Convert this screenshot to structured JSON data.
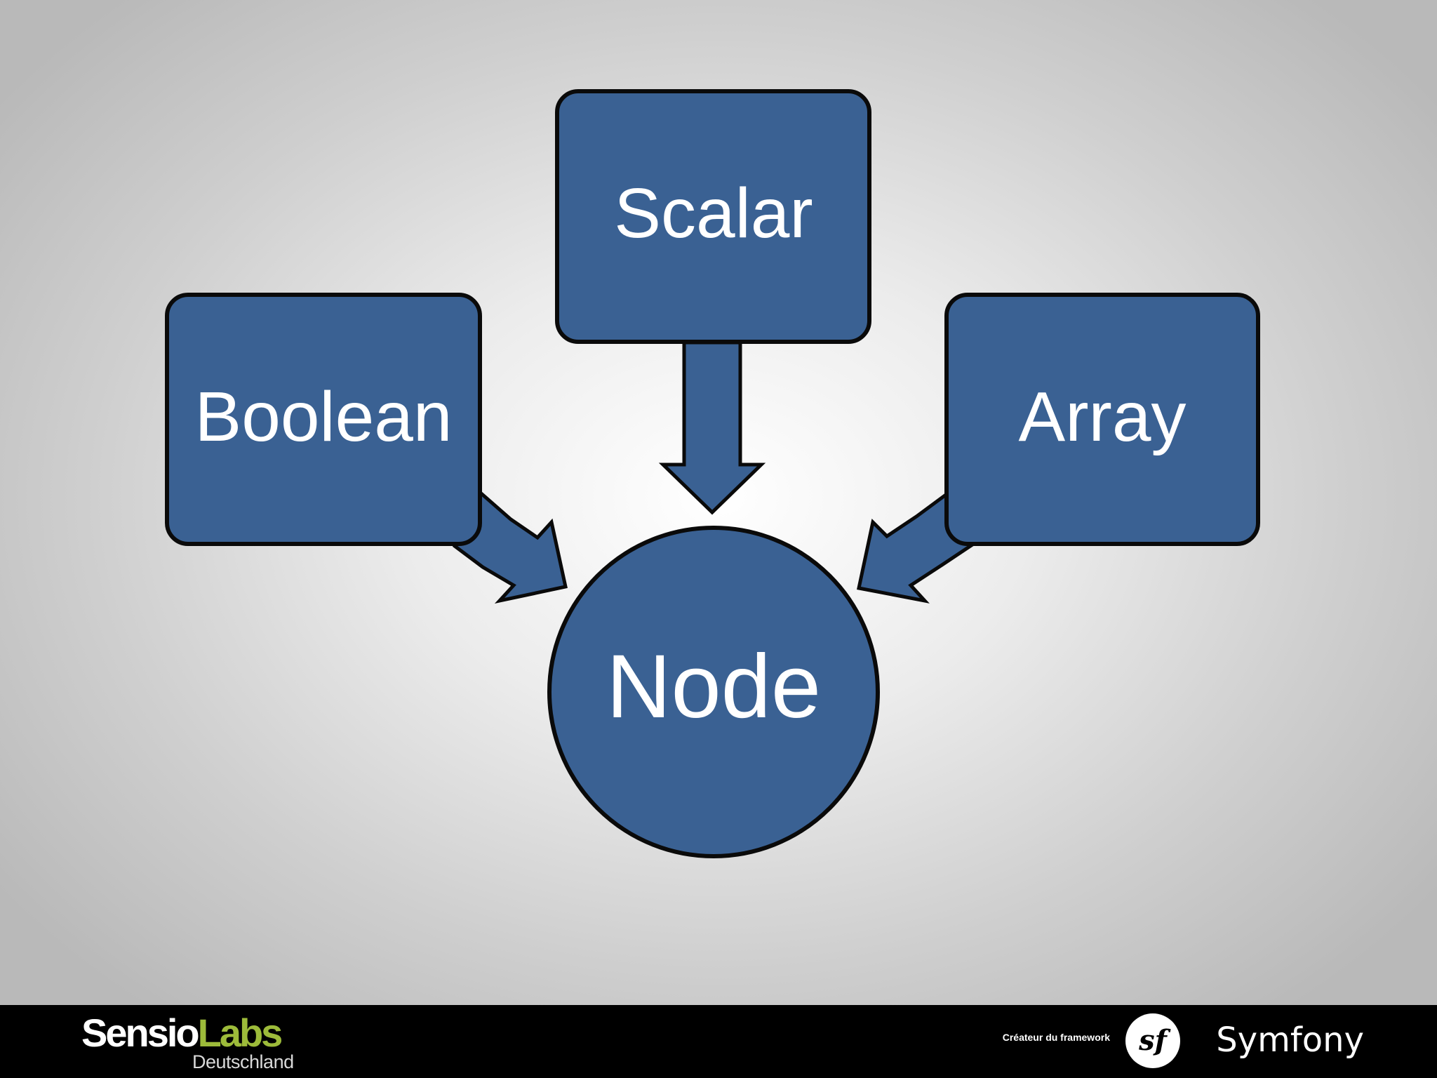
{
  "slide": {
    "nodes": {
      "scalar": "Scalar",
      "boolean": "Boolean",
      "array": "Array",
      "node": "Node"
    },
    "colors": {
      "shape_fill": "#3a6193",
      "shape_stroke": "#0a0a0a",
      "label": "#ffffff"
    }
  },
  "footer": {
    "sensio_part": "Sensio",
    "labs_part": "Labs",
    "sensio_sub": "Deutschland",
    "tagline": "Créateur du framework",
    "sf_glyph": "sf",
    "symfony": "Symfony",
    "colors": {
      "background": "#000000",
      "labs": "#9dbb3a"
    }
  }
}
